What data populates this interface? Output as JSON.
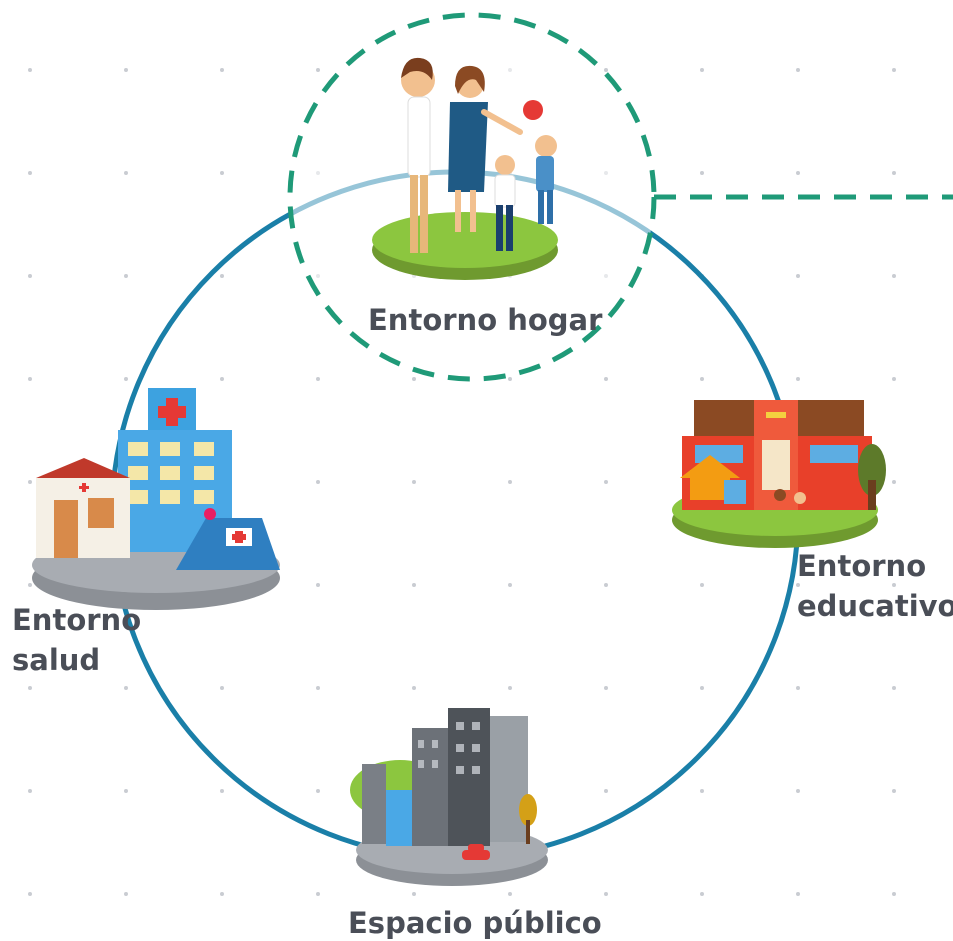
{
  "labels": {
    "hogar": "Entorno hogar",
    "educativo_line1": "Entorno",
    "educativo_line2": "educativo",
    "salud_line1": "Entorno",
    "salud_line2": "salud",
    "espacio": "Espacio público"
  },
  "colors": {
    "ring": "#1a7fa8",
    "highlight_dash": "#1f9a78",
    "label_text": "#4a4e57",
    "grass": "#8cc63f",
    "platform_gray": "#9a9ea5"
  },
  "icons": {
    "hogar": "family-icon",
    "educativo": "school-icon",
    "salud": "hospital-icon",
    "espacio": "city-icon"
  }
}
